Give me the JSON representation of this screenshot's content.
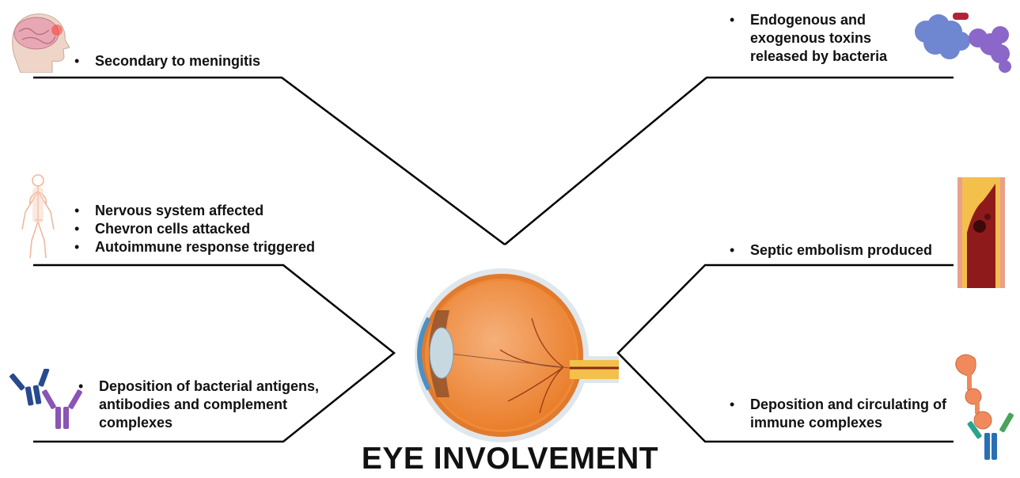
{
  "title": "EYE INVOLVEMENT",
  "branches": {
    "top_left": {
      "items": [
        "Secondary to meningitis"
      ],
      "icon": "brain-head-icon"
    },
    "mid_left": {
      "items": [
        "Nervous system affected",
        "Chevron cells attacked",
        "Autoimmune response triggered"
      ],
      "icon": "nervous-system-icon"
    },
    "bottom_left": {
      "items": [
        "Deposition of bacterial antigens,",
        "antibodies and complement",
        "complexes"
      ],
      "icon": "antibodies-icon"
    },
    "top_right": {
      "items": [
        "Endogenous and",
        "exogenous toxins",
        "released by bacteria"
      ],
      "icon": "toxin-protein-icon"
    },
    "mid_right": {
      "items": [
        "Septic embolism produced"
      ],
      "icon": "blood-vessel-embolism-icon"
    },
    "bottom_right": {
      "items": [
        "Deposition  and circulating of",
        "immune complexes"
      ],
      "icon": "immune-complex-icon"
    }
  },
  "center_icon": "eye-anatomy-icon",
  "colors": {
    "line": "#000000",
    "eye_orange": "#e8731f",
    "nerve_yellow": "#f2c14e"
  }
}
